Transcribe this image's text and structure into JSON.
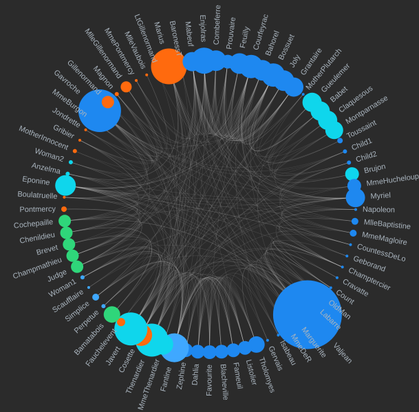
{
  "colors": {
    "background": "#2b2b2b",
    "blue": "#1e88f0",
    "cyan": "#0fd6ec",
    "orange": "#ff6a0e",
    "green": "#2fd67a",
    "lightblue": "#3fa8ff",
    "label": "#a9b4be"
  },
  "nodes": [
    {
      "name": "Myriel",
      "size": 28,
      "color": "blue"
    },
    {
      "name": "Napoleon",
      "size": 4,
      "color": "blue"
    },
    {
      "name": "MlleBaptistine",
      "size": 10,
      "color": "blue"
    },
    {
      "name": "MmeMagloire",
      "size": 10,
      "color": "blue"
    },
    {
      "name": "CountessDeLo",
      "size": 4,
      "color": "blue"
    },
    {
      "name": "Geborand",
      "size": 4,
      "color": "blue"
    },
    {
      "name": "Champtercier",
      "size": 4,
      "color": "blue"
    },
    {
      "name": "Cravatte",
      "size": 4,
      "color": "blue"
    },
    {
      "name": "Count",
      "size": 4,
      "color": "blue"
    },
    {
      "name": "OldMan",
      "size": 4,
      "color": "blue"
    },
    {
      "name": "Labarre",
      "size": 4,
      "color": "blue"
    },
    {
      "name": "Valjean",
      "size": 100,
      "color": "blue"
    },
    {
      "name": "Marguerite",
      "size": 6,
      "color": "blue"
    },
    {
      "name": "MmeDeR",
      "size": 4,
      "color": "blue"
    },
    {
      "name": "Isabeau",
      "size": 4,
      "color": "blue"
    },
    {
      "name": "Gervais",
      "size": 4,
      "color": "blue"
    },
    {
      "name": "Tholomyes",
      "size": 24,
      "color": "blue"
    },
    {
      "name": "Listolier",
      "size": 20,
      "color": "blue"
    },
    {
      "name": "Fameuil",
      "size": 20,
      "color": "blue"
    },
    {
      "name": "Blacheville",
      "size": 20,
      "color": "blue"
    },
    {
      "name": "Favourite",
      "size": 20,
      "color": "blue"
    },
    {
      "name": "Dahlia",
      "size": 20,
      "color": "blue"
    },
    {
      "name": "Zephine",
      "size": 20,
      "color": "blue"
    },
    {
      "name": "Fantine",
      "size": 42,
      "color": "lightblue"
    },
    {
      "name": "MmeThenardier",
      "size": 30,
      "color": "cyan"
    },
    {
      "name": "Thenardier",
      "size": 48,
      "color": "cyan"
    },
    {
      "name": "Cosette",
      "size": 32,
      "color": "orange"
    },
    {
      "name": "Javert",
      "size": 48,
      "color": "cyan"
    },
    {
      "name": "Fauchelevent",
      "size": 12,
      "color": "orange"
    },
    {
      "name": "Bamatabois",
      "size": 24,
      "color": "green"
    },
    {
      "name": "Perpetue",
      "size": 6,
      "color": "lightblue"
    },
    {
      "name": "Simplice",
      "size": 10,
      "color": "lightblue"
    },
    {
      "name": "Scaufflaire",
      "size": 4,
      "color": "lightblue"
    },
    {
      "name": "Woman1",
      "size": 6,
      "color": "lightblue"
    },
    {
      "name": "Judge",
      "size": 18,
      "color": "green"
    },
    {
      "name": "Champmathieu",
      "size": 18,
      "color": "green"
    },
    {
      "name": "Brevet",
      "size": 18,
      "color": "green"
    },
    {
      "name": "Chenildieu",
      "size": 18,
      "color": "green"
    },
    {
      "name": "Cochepaille",
      "size": 18,
      "color": "green"
    },
    {
      "name": "Pontmercy",
      "size": 8,
      "color": "orange"
    },
    {
      "name": "Boulatruelle",
      "size": 4,
      "color": "orange"
    },
    {
      "name": "Eponine",
      "size": 30,
      "color": "cyan"
    },
    {
      "name": "Anzelma",
      "size": 6,
      "color": "cyan"
    },
    {
      "name": "Woman2",
      "size": 6,
      "color": "cyan"
    },
    {
      "name": "MotherInnocent",
      "size": 6,
      "color": "orange"
    },
    {
      "name": "Gribier",
      "size": 4,
      "color": "orange"
    },
    {
      "name": "Jondrette",
      "size": 4,
      "color": "orange"
    },
    {
      "name": "MmeBurgon",
      "size": 6,
      "color": "orange"
    },
    {
      "name": "Gavroche",
      "size": 62,
      "color": "blue"
    },
    {
      "name": "Gillenormand",
      "size": 18,
      "color": "orange"
    },
    {
      "name": "Magnon",
      "size": 6,
      "color": "orange"
    },
    {
      "name": "MlleGillenormand",
      "size": 16,
      "color": "orange"
    },
    {
      "name": "MmePontmercy",
      "size": 4,
      "color": "orange"
    },
    {
      "name": "MlleVaubois",
      "size": 4,
      "color": "orange"
    },
    {
      "name": "LtGillenormand",
      "size": 8,
      "color": "orange"
    },
    {
      "name": "Marius",
      "size": 52,
      "color": "orange"
    },
    {
      "name": "BaronessT",
      "size": 4,
      "color": "orange"
    },
    {
      "name": "Mabeuf",
      "size": 28,
      "color": "blue"
    },
    {
      "name": "Enjolras",
      "size": 38,
      "color": "blue"
    },
    {
      "name": "Combeferre",
      "size": 30,
      "color": "blue"
    },
    {
      "name": "Prouvaire",
      "size": 20,
      "color": "blue"
    },
    {
      "name": "Feuilly",
      "size": 30,
      "color": "blue"
    },
    {
      "name": "Courfeyrac",
      "size": 34,
      "color": "blue"
    },
    {
      "name": "Bahorel",
      "size": 30,
      "color": "blue"
    },
    {
      "name": "Bossuet",
      "size": 34,
      "color": "blue"
    },
    {
      "name": "Joly",
      "size": 30,
      "color": "blue"
    },
    {
      "name": "Grantaire",
      "size": 28,
      "color": "blue"
    },
    {
      "name": "MotherPlutarch",
      "size": 4,
      "color": "blue"
    },
    {
      "name": "Gueulemer",
      "size": 28,
      "color": "cyan"
    },
    {
      "name": "Babet",
      "size": 28,
      "color": "cyan"
    },
    {
      "name": "Claquesous",
      "size": 28,
      "color": "cyan"
    },
    {
      "name": "Montparnasse",
      "size": 26,
      "color": "cyan"
    },
    {
      "name": "Toussaint",
      "size": 8,
      "color": "blue"
    },
    {
      "name": "Child1",
      "size": 6,
      "color": "blue"
    },
    {
      "name": "Child2",
      "size": 6,
      "color": "blue"
    },
    {
      "name": "Brujon",
      "size": 20,
      "color": "cyan"
    },
    {
      "name": "MmeHucheloup",
      "size": 20,
      "color": "blue"
    }
  ]
}
